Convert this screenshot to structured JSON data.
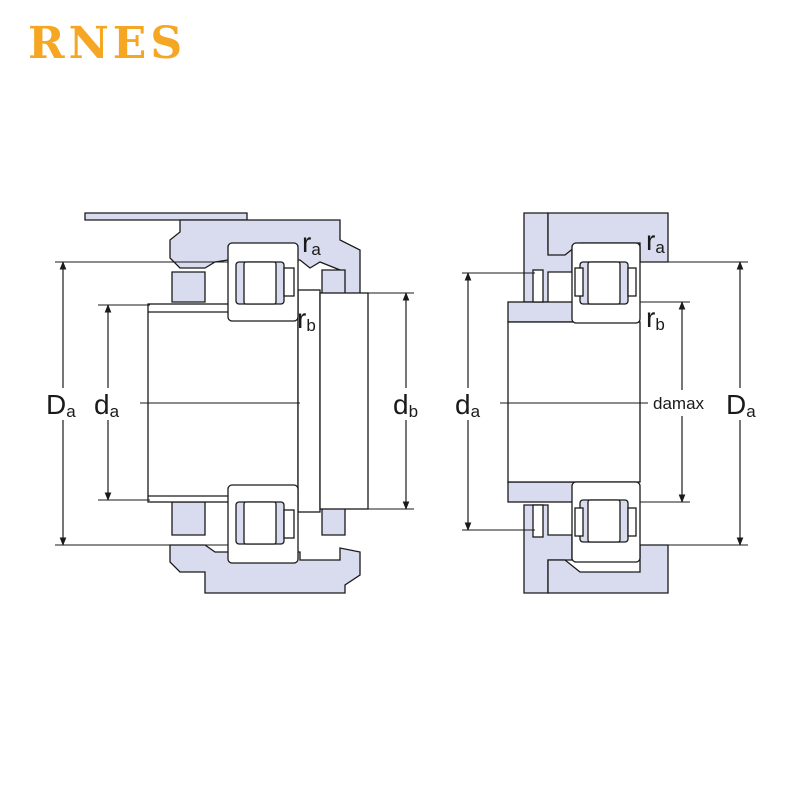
{
  "brand": {
    "name": "RNES"
  },
  "colors": {
    "brand": "#F5A623",
    "housing": "#D8DCEE",
    "line": "#1a1a1a"
  },
  "left_diagram": {
    "labels": {
      "ra_main": "r",
      "ra_sub": "a",
      "rb_main": "r",
      "rb_sub": "b",
      "Da_main": "D",
      "Da_sub": "a",
      "da_main": "d",
      "da_sub": "a",
      "db_main": "d",
      "db_sub": "b"
    }
  },
  "right_diagram": {
    "labels": {
      "ra_main": "r",
      "ra_sub": "a",
      "rb_main": "r",
      "rb_sub": "b",
      "da_main": "d",
      "da_sub": "a",
      "damax": "damax",
      "Da_main": "D",
      "Da_sub": "a"
    }
  }
}
